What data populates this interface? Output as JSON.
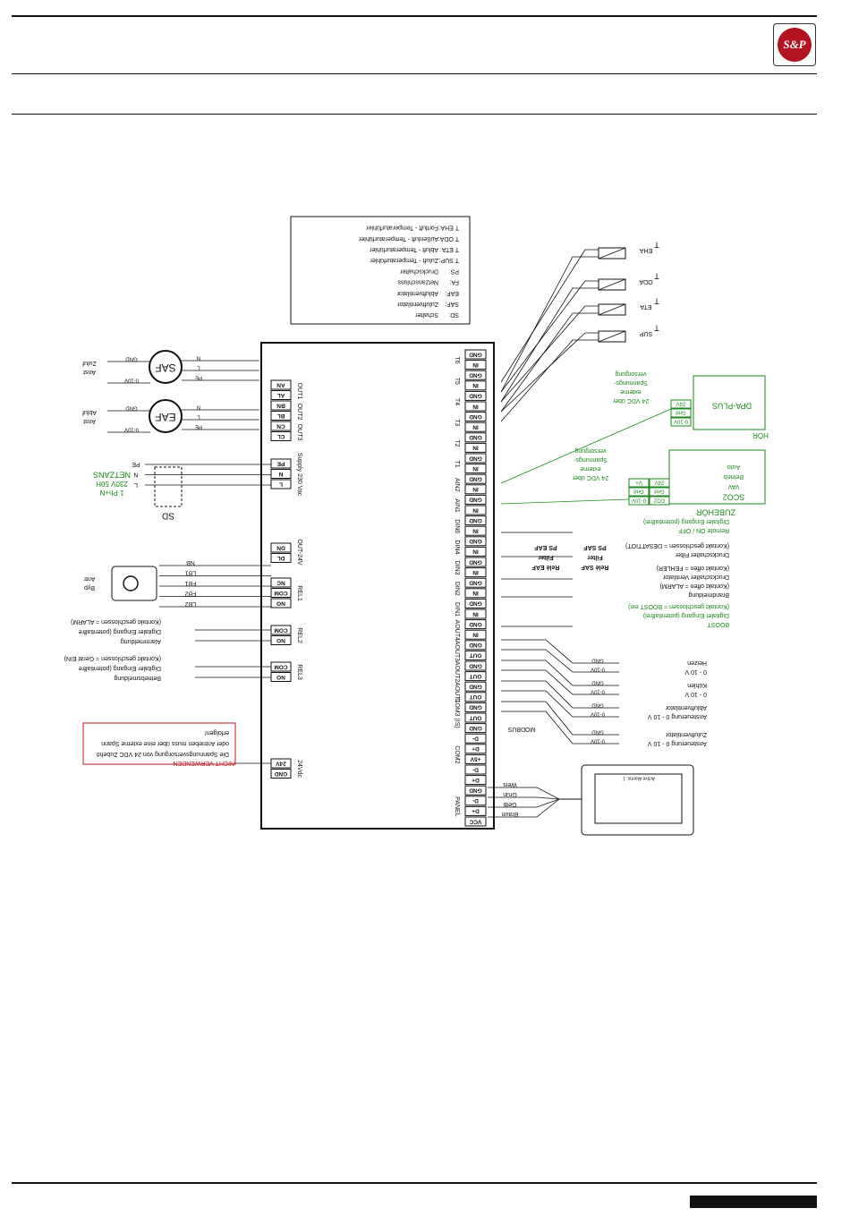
{
  "header": {
    "logo_text": "S&P"
  },
  "legend": [
    {
      "code": "SD:",
      "text": "Schalter"
    },
    {
      "code": "SAF:",
      "text": "Zuluftventilator"
    },
    {
      "code": "EAF:",
      "text": "Abluftventilator"
    },
    {
      "code": "FA:",
      "text": "Netzanschluss"
    },
    {
      "code": "PS:",
      "text": "Druckschalter"
    },
    {
      "code": "T SUP:",
      "text": "Zuluft - Temperaturfühler"
    },
    {
      "code": "T ETA:",
      "text": "Abluft - Temperaturfühler"
    },
    {
      "code": "T ODA:",
      "text": "Außenluft - Temperaturfühler"
    },
    {
      "code": "T EHA:",
      "text": "Fortluft - Temperaturfühler"
    }
  ],
  "terminal_groups": [
    "T6",
    "T5",
    "T4",
    "T3",
    "T2",
    "T1",
    "AIN2",
    "AIN1",
    "DIN6",
    "DIN4",
    "DIN3",
    "DIN2",
    "DIN1",
    "AOUT4",
    "AOUT3",
    "AOUT2",
    "AOUT1",
    "COM3 (IS)",
    "COM2",
    "PANEL"
  ],
  "terminal_pins": [
    "GND",
    "IN",
    "GND",
    "IN",
    "GND",
    "IN",
    "GND",
    "IN",
    "GND",
    "IN",
    "GND",
    "IN",
    "GND",
    "IN",
    "GND",
    "IN",
    "GND",
    "IN",
    "GND",
    "IN",
    "GND",
    "IN",
    "GND",
    "IN",
    "GND",
    "IN",
    "GND",
    "IN",
    "GND",
    "OUT",
    "GND",
    "OUT",
    "GND",
    "OUT",
    "GND",
    "OUT",
    "GND",
    "D-",
    "D+",
    "+5V",
    "D-",
    "D+",
    "GND",
    "D-",
    "D+",
    "VCC"
  ],
  "left_terminals": {
    "outs": {
      "labels": [
        "OUT1",
        "OUT2",
        "OUT3"
      ],
      "pins": [
        "AN",
        "AL",
        "BN",
        "BL",
        "CN",
        "CL"
      ]
    },
    "supply": {
      "labels": [
        "Supply",
        "230 Vac"
      ],
      "pins": [
        "PE",
        "N",
        "L"
      ]
    },
    "out24": {
      "label": "OUT-24V",
      "pins": [
        "DN",
        "DL"
      ]
    },
    "rel1": {
      "label": "REL1",
      "pins": [
        "NC",
        "COM",
        "NO"
      ]
    },
    "rel2": {
      "label": "REL2",
      "pins": [
        "COM",
        "NO"
      ]
    },
    "rel3": {
      "label": "REL3",
      "pins": [
        "COM",
        "NO"
      ]
    },
    "dc24": {
      "label": "24Vdc",
      "pins": [
        "24V",
        "GND"
      ]
    }
  },
  "sensors": [
    "EHA",
    "ODA",
    "ETA",
    "SUP"
  ],
  "sensor_prefix": "T",
  "fans": [
    "SAF",
    "EAF"
  ],
  "fan_wires": [
    "N",
    "L",
    "PE"
  ],
  "fan_ctrl": [
    "GND",
    "0-10V"
  ],
  "fan_side": [
    "Anst",
    "Zuluf",
    "Anst",
    "Abluf"
  ],
  "mains": {
    "title": "NETZANS",
    "lines": [
      "230V 50H",
      "1 Ph+N"
    ],
    "wires": [
      "PE",
      "N",
      "L"
    ]
  },
  "switch_label": "SD",
  "bypass": {
    "labels": [
      "Byp",
      "Antr"
    ],
    "wires": [
      "NB",
      "LB1",
      "FB1",
      "FB2",
      "LB2"
    ]
  },
  "rel2_text": [
    "Alarmmeldung",
    "Digitaler Eingang (potentialfre",
    "(Kontakt geschlossen = ALARM)"
  ],
  "rel3_text": [
    "Betriebsmeldung",
    "Digitaler Eingang (potentialfre",
    "(Kontakt geschlossen = Gerät EIN)"
  ],
  "warning": [
    "Die Spannungsversorgung von 24 VDC Zubehö",
    "oder Antrieben muss über eine externe Spann",
    "erfolgen!"
  ],
  "nicht": "NICHT VERWENDEN",
  "accessories": {
    "title": "ZUBEHÖR",
    "title2": "HÖR",
    "dpa": "DPA-PLUS",
    "dpa_pins": [
      "24V",
      "Gnd",
      "0-10V"
    ],
    "sco2": [
      "SCO2",
      "VAV",
      "Betrieb",
      "Auto"
    ],
    "sco2_pins": [
      "V+",
      "24V",
      "Gnd",
      "Gnd",
      "0-10V",
      "CO2"
    ],
    "supply_note": [
      "24 VDC über",
      "externe",
      "Spannungs-",
      "versorgung"
    ]
  },
  "digital_inputs": [
    [
      "Remote ON / OFF",
      "Digitaler Eingang (potentialfrei)"
    ],
    [
      "Druckschalter Filter",
      "(Kontakt geschlossen = DESATTIOT)"
    ],
    [
      "Druckschalter Ventilator",
      "(Kontakt offen = FEHLER)"
    ],
    [
      "Brandmeldung",
      "(Kontakt offen = ALARM)"
    ],
    [
      "BOOST",
      "Digitaler Eingang (potentialfrei)",
      "(Kontakt geschlossen = BOOST ein)"
    ]
  ],
  "din_switches": [
    "PS SAF",
    "PS EAF",
    "Filter",
    "Filter",
    "Relè SAF",
    "Relè EAF"
  ],
  "analog_outputs": [
    {
      "title": "Heizen",
      "range": "0 - 10 V"
    },
    {
      "title": "Kühlen",
      "range": "0 - 10 V"
    },
    {
      "title": "Abluftventilator",
      "range": "Ansteuerung 0 - 10 V"
    },
    {
      "title": "Zuluftventilator",
      "range": "Ansteuerung 0 - 10 V"
    }
  ],
  "ao_wire_labels": [
    "GND",
    "0-10V"
  ],
  "modbus": "MODBUS",
  "panel_wires": [
    "Weis",
    "Grün",
    "Gelb",
    "Braun"
  ],
  "panel_device": "Active Alarms: 1"
}
